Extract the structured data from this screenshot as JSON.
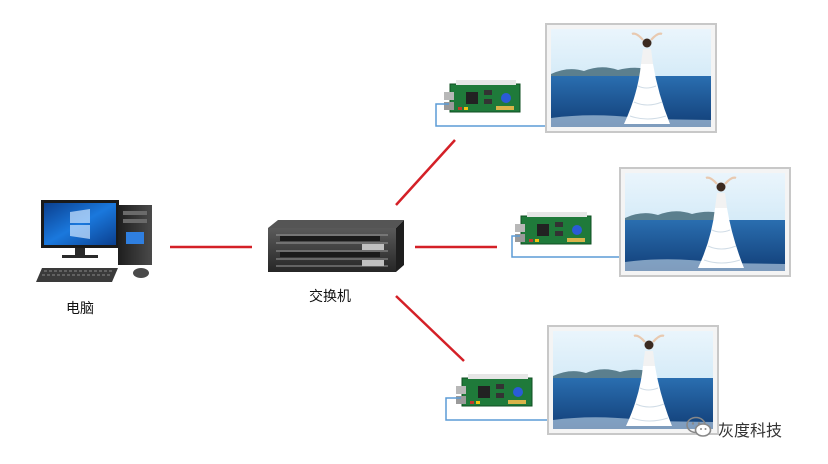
{
  "labels": {
    "computer": "电脑",
    "switch": "交换机"
  },
  "watermark": {
    "text": "灰度科技",
    "icon": "wechat-icon"
  },
  "colors": {
    "connection_line": "#d42027",
    "cable": "#5b9bd5",
    "pcb": "#1f7a3a",
    "screen_frame": "#c8c8c8",
    "sky": "#d4ecf8",
    "sea": "#1a5a9a",
    "switch_body": "#3a3a3a",
    "monitor_screen": "#1a6fd6"
  },
  "icons": [
    "desktop-computer-icon",
    "network-switch-icon",
    "led-controller-card-icon",
    "display-screen-icon"
  ]
}
